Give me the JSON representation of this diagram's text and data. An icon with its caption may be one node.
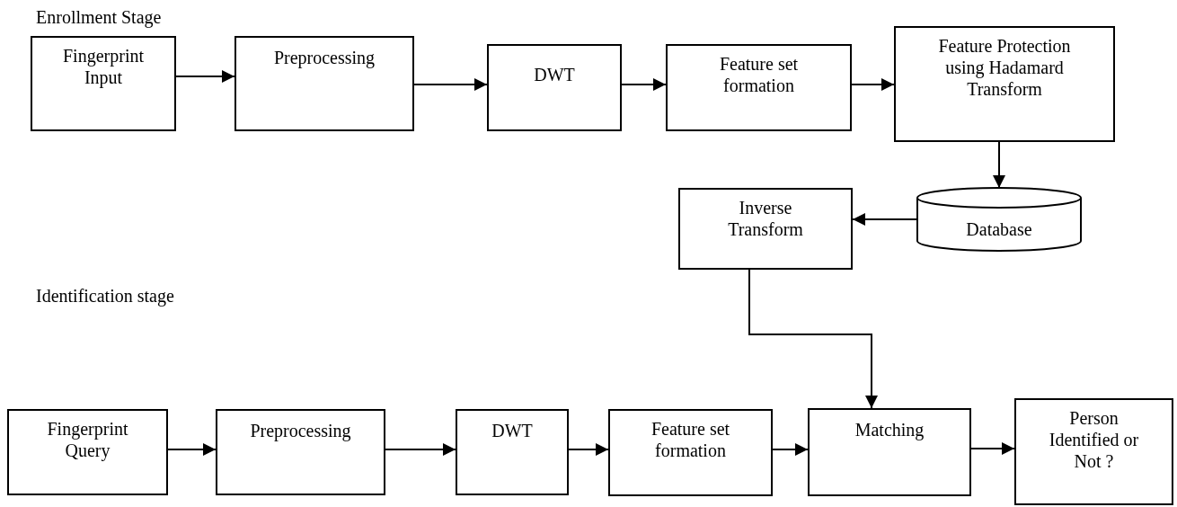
{
  "diagram": {
    "nodes": [
      {
        "text": [
          "Fingerprint Input"
        ]
      },
      {
        "text": [
          "Preprocessing"
        ]
      },
      {
        "text": [
          "DWT"
        ]
      },
      {
        "text": [
          "Feature set formation"
        ]
      },
      {
        "text": [
          "Feature Protection using Hadamard Transform"
        ]
      },
      {
        "text": [
          "Database"
        ]
      },
      {
        "text": [
          "Inverse Transform"
        ]
      },
      {
        "text": [
          "Fingerprint Query"
        ]
      },
      {
        "text": [
          "Preprocessing"
        ]
      },
      {
        "text": [
          "DWT"
        ]
      },
      {
        "text": [
          "Feature set formation"
        ]
      },
      {
        "text": [
          "Matching"
        ]
      },
      {
        "text": [
          "Person Identified or Not ?"
        ]
      }
    ],
    "edges": [
      {
        "from": 0,
        "to": 1,
        "arrow": "to"
      },
      {
        "from": 1,
        "to": 2,
        "arrow": "to"
      },
      {
        "from": 2,
        "to": 3,
        "arrow": "to"
      },
      {
        "from": 3,
        "to": 4,
        "arrow": "to"
      },
      {
        "from": 4,
        "to": 5,
        "arrow": "to"
      },
      {
        "from": 5,
        "to": 6,
        "arrow": "to"
      },
      {
        "from": 6,
        "to": 11,
        "arrow": "to"
      },
      {
        "from": 7,
        "to": 8,
        "arrow": "to"
      },
      {
        "from": 8,
        "to": 9,
        "arrow": "to"
      },
      {
        "from": 9,
        "to": 10,
        "arrow": "to"
      },
      {
        "from": 10,
        "to": 11,
        "arrow": "to"
      },
      {
        "from": 11,
        "to": 12,
        "arrow": "to"
      }
    ],
    "labels": [
      "Enrollment Stage",
      "Identification stage"
    ]
  }
}
